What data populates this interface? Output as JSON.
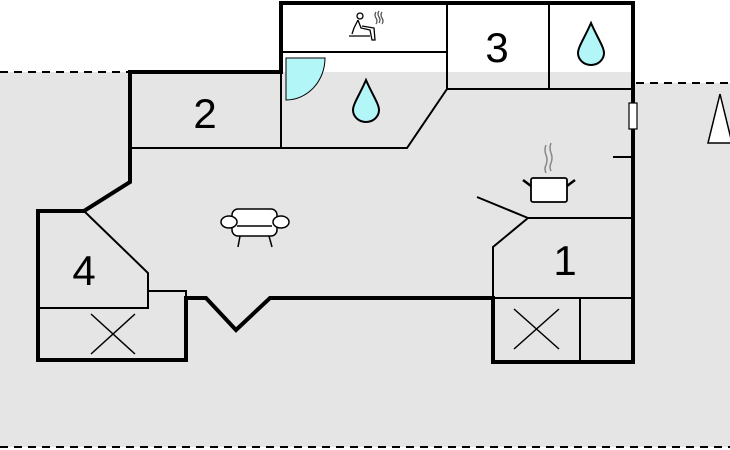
{
  "plan": {
    "rooms": [
      {
        "number": "1",
        "type": "bedroom"
      },
      {
        "number": "2",
        "type": "bedroom"
      },
      {
        "number": "3",
        "type": "bedroom"
      },
      {
        "number": "4",
        "type": "bedroom"
      }
    ],
    "icons": [
      "sauna-icon",
      "shower-icon",
      "water-drop-icon",
      "sofa-icon",
      "cooking-pot-icon",
      "storage-x-icon",
      "north-arrow-icon"
    ],
    "colors": {
      "wall": "#000000",
      "outside": "#e5e5e5",
      "water": "#b3f6f8",
      "steam": "#888888"
    }
  }
}
